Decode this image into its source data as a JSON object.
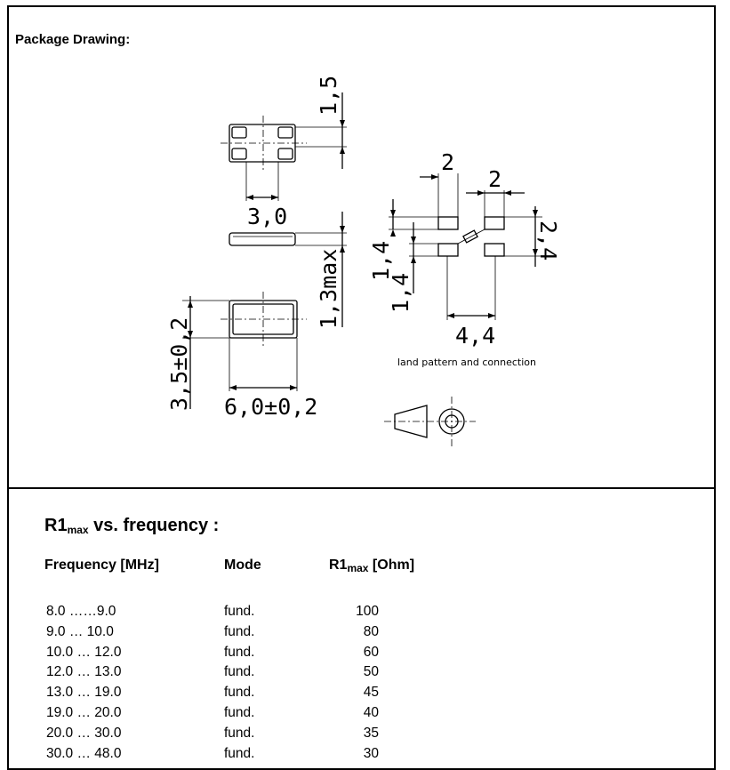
{
  "package": {
    "title": "Package Drawing:",
    "dims": {
      "pad_height": "1,5",
      "pad_spacing": "3,0",
      "height_max": "1,3max",
      "width_tol": "3,5±0,2",
      "length_tol": "6,0±0,2",
      "land_w1": "2",
      "land_w2": "2",
      "land_h1": "1,4",
      "land_h2": "1,4",
      "land_total_h": "2,4",
      "land_span": "4,4"
    },
    "land_caption": "land pattern and connection"
  },
  "r1": {
    "title_main": "R1",
    "title_sub": "max",
    "title_rest": " vs. frequency :",
    "headers": {
      "freq": "Frequency [MHz]",
      "mode": "Mode",
      "r1_main": "R1",
      "r1_sub": "max",
      "r1_unit": " [Ohm]"
    },
    "rows": [
      {
        "freq": "8.0 ……9.0",
        "mode": "fund.",
        "r1": "100"
      },
      {
        "freq": "9.0 … 10.0",
        "mode": "fund.",
        "r1": "80"
      },
      {
        "freq": "10.0 … 12.0",
        "mode": "fund.",
        "r1": "60"
      },
      {
        "freq": "12.0 … 13.0",
        "mode": "fund.",
        "r1": "50"
      },
      {
        "freq": "13.0 … 19.0",
        "mode": "fund.",
        "r1": "45"
      },
      {
        "freq": "19.0 … 20.0",
        "mode": "fund.",
        "r1": "40"
      },
      {
        "freq": "20.0 … 30.0",
        "mode": "fund.",
        "r1": "35"
      },
      {
        "freq": "30.0 … 48.0",
        "mode": "fund.",
        "r1": "30"
      }
    ]
  }
}
